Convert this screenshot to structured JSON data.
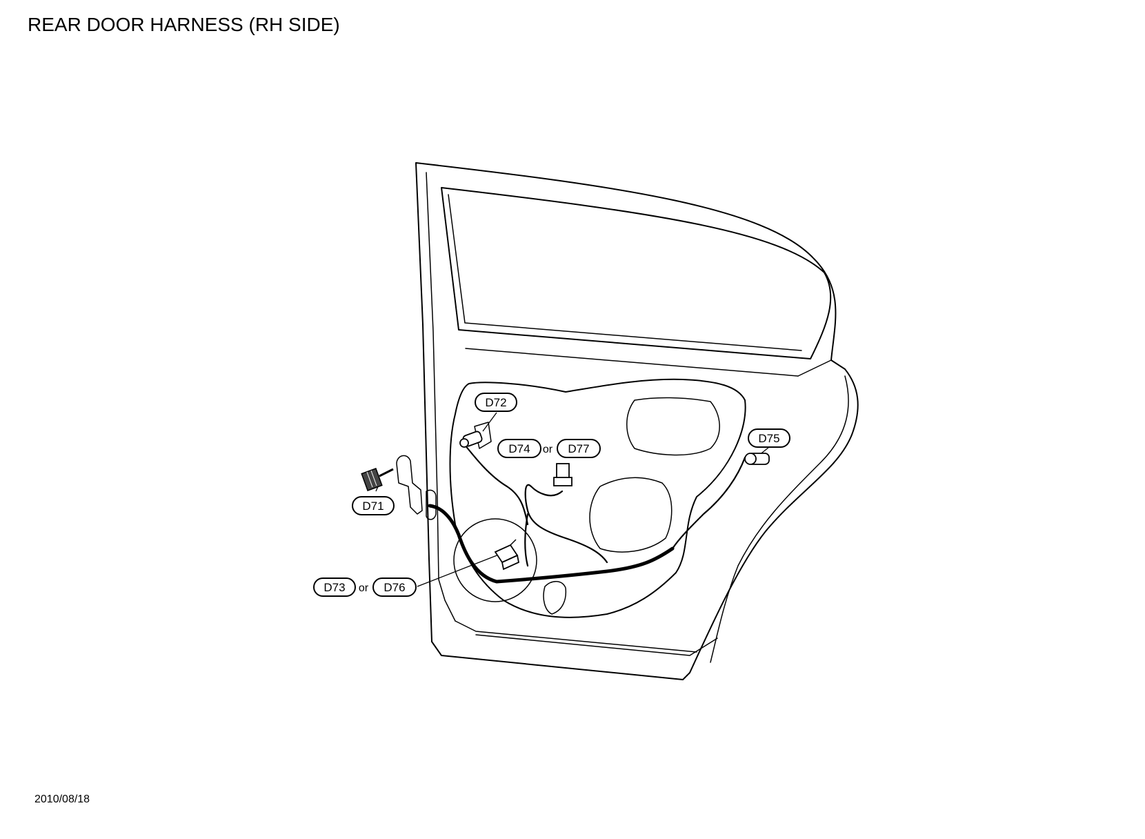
{
  "title": "REAR DOOR HARNESS (RH SIDE)",
  "date": "2010/08/18",
  "callouts": {
    "d71": "D71",
    "d72": "D72",
    "d73": "D73",
    "d74": "D74",
    "d75": "D75",
    "d76": "D76",
    "d77": "D77"
  },
  "or_word": "or"
}
